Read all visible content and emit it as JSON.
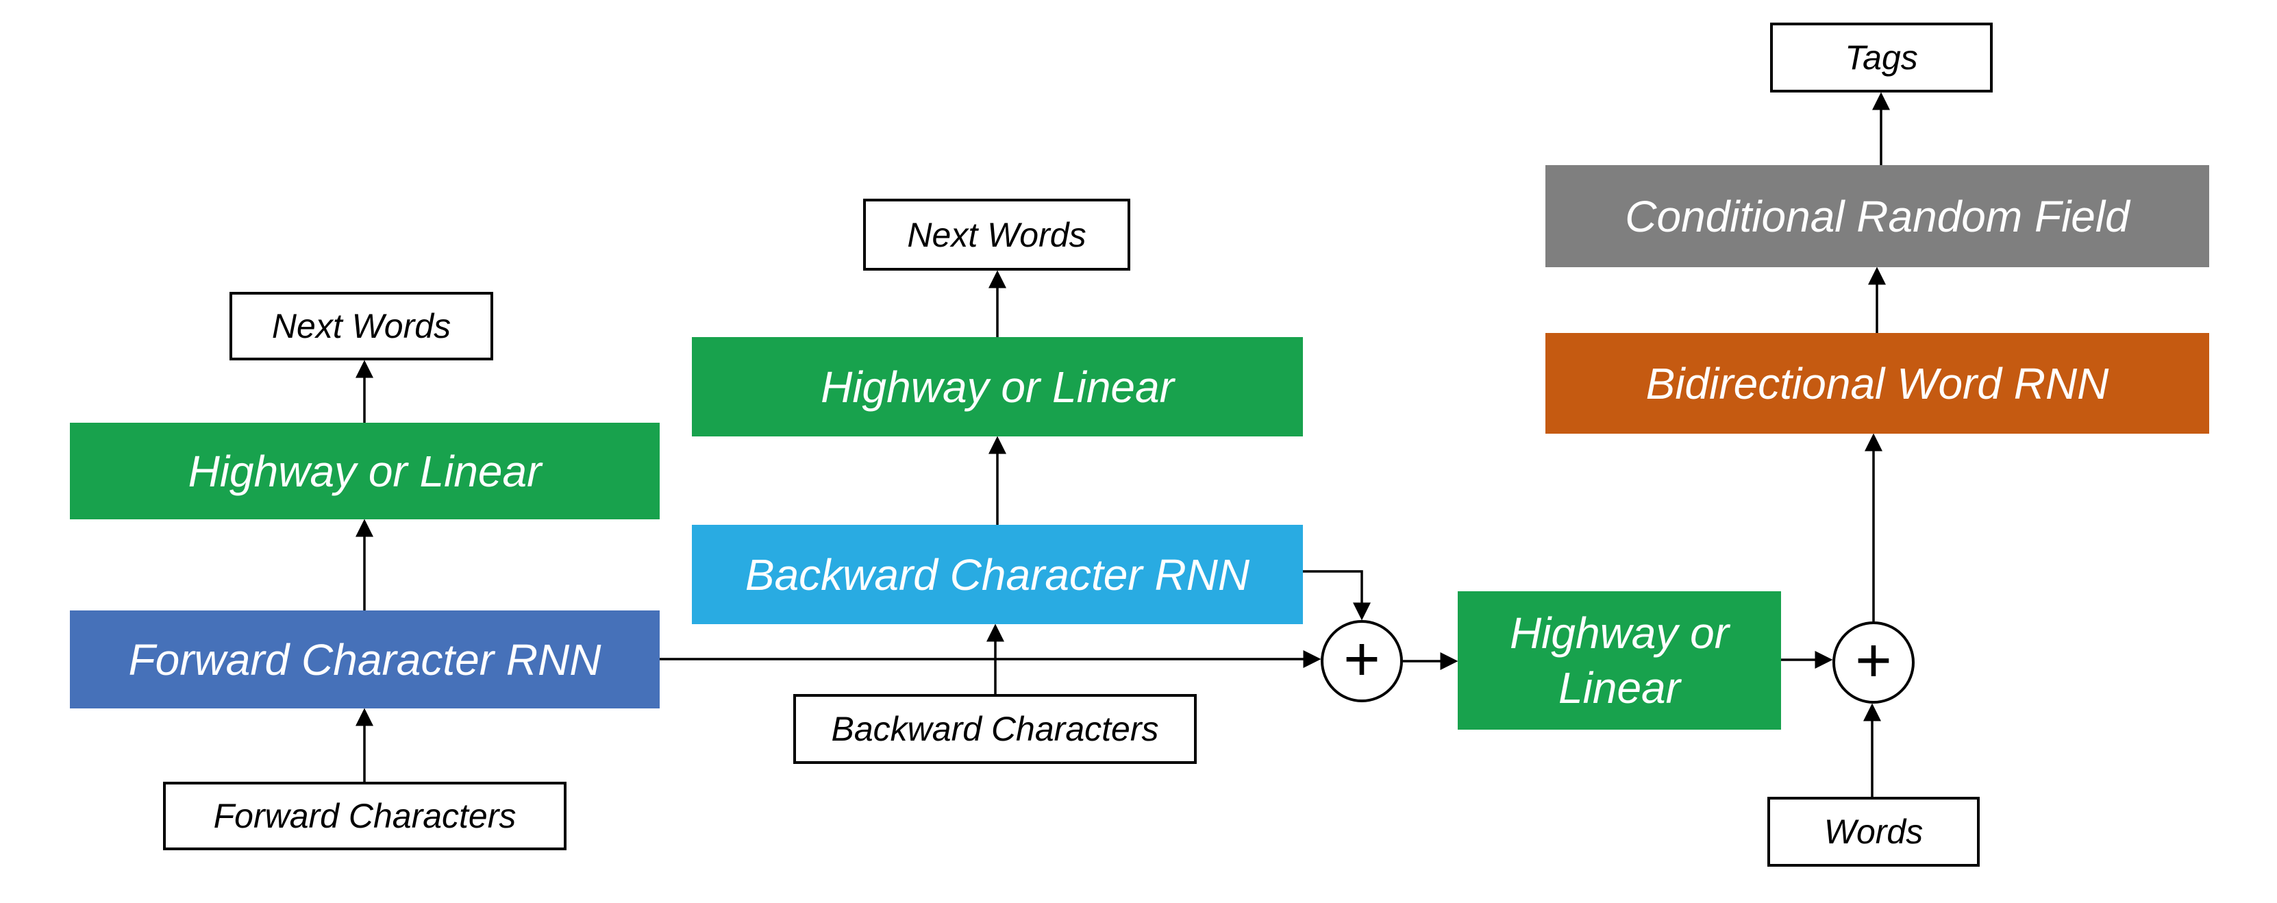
{
  "colors": {
    "green": "#18A24D",
    "blue": "#4671B9",
    "cyan": "#29ABE2",
    "orange": "#C55A11",
    "gray": "#7F7F7F",
    "io_fill": "#FFFFFF",
    "line_and_border": "#000000",
    "block_text": "#FFFFFF",
    "background": "#FFFFFF"
  },
  "nodes": {
    "next_words_left": {
      "label": "Next Words"
    },
    "highway_left": {
      "label": "Highway or Linear"
    },
    "forward_char_rnn": {
      "label": "Forward Character RNN"
    },
    "forward_characters": {
      "label": "Forward Characters"
    },
    "next_words_mid": {
      "label": "Next Words"
    },
    "highway_mid": {
      "label": "Highway or Linear"
    },
    "backward_char_rnn": {
      "label": "Backward Character RNN"
    },
    "backward_characters": {
      "label": "Backward Characters"
    },
    "sum_char": {
      "label": "+"
    },
    "highway_word": {
      "label": "Highway or Linear"
    },
    "sum_word": {
      "label": "+"
    },
    "words": {
      "label": "Words"
    },
    "bidirectional_word_rnn": {
      "label": "Bidirectional Word RNN"
    },
    "conditional_random_field": {
      "label": "Conditional Random Field"
    },
    "tags": {
      "label": "Tags"
    }
  },
  "edges": [
    {
      "from": "forward_characters",
      "to": "forward_char_rnn"
    },
    {
      "from": "forward_char_rnn",
      "to": "highway_left"
    },
    {
      "from": "highway_left",
      "to": "next_words_left"
    },
    {
      "from": "backward_characters",
      "to": "backward_char_rnn"
    },
    {
      "from": "backward_char_rnn",
      "to": "highway_mid"
    },
    {
      "from": "highway_mid",
      "to": "next_words_mid"
    },
    {
      "from": "forward_char_rnn",
      "to": "sum_char"
    },
    {
      "from": "backward_char_rnn",
      "to": "sum_char"
    },
    {
      "from": "sum_char",
      "to": "highway_word"
    },
    {
      "from": "highway_word",
      "to": "sum_word"
    },
    {
      "from": "words",
      "to": "sum_word"
    },
    {
      "from": "sum_word",
      "to": "bidirectional_word_rnn"
    },
    {
      "from": "bidirectional_word_rnn",
      "to": "conditional_random_field"
    },
    {
      "from": "conditional_random_field",
      "to": "tags"
    }
  ]
}
